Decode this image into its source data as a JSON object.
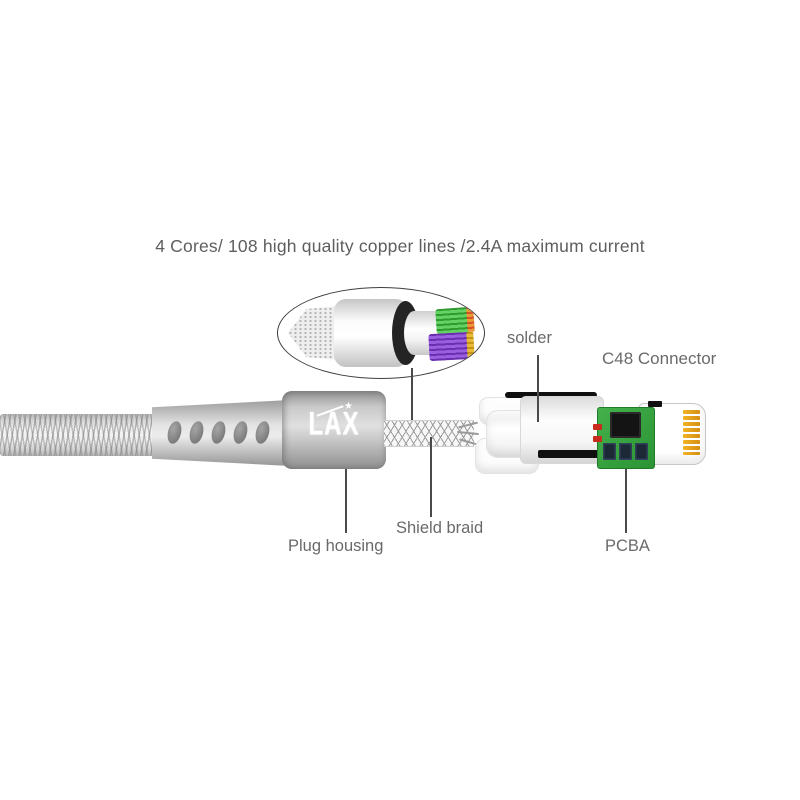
{
  "title": "4 Cores/ 108 high quality copper lines /2.4A maximum current",
  "brand": {
    "name": "LAX",
    "star": "★"
  },
  "callouts": {
    "solder": "solder",
    "c48_connector": "C48 Connector",
    "plug_housing": "Plug housing",
    "shield_braid": "Shield braid",
    "pcba": "PCBA"
  },
  "connector": {
    "pin_count": 8,
    "strain_relief_hole_count": 5,
    "small_chip_count": 3
  },
  "colors": {
    "label_text": "#6a6a6a",
    "housing_silver": "#c9c9c9",
    "pcb_green": "#2f9e3c",
    "gold_pin": "#e8a11f",
    "wire_green": "#3cb43c",
    "wire_purple": "#7d3fc1",
    "wire_tip_orange": "#d95a2a",
    "wire_tip_yellow": "#d8a81e",
    "solder_band_black": "#101010"
  }
}
